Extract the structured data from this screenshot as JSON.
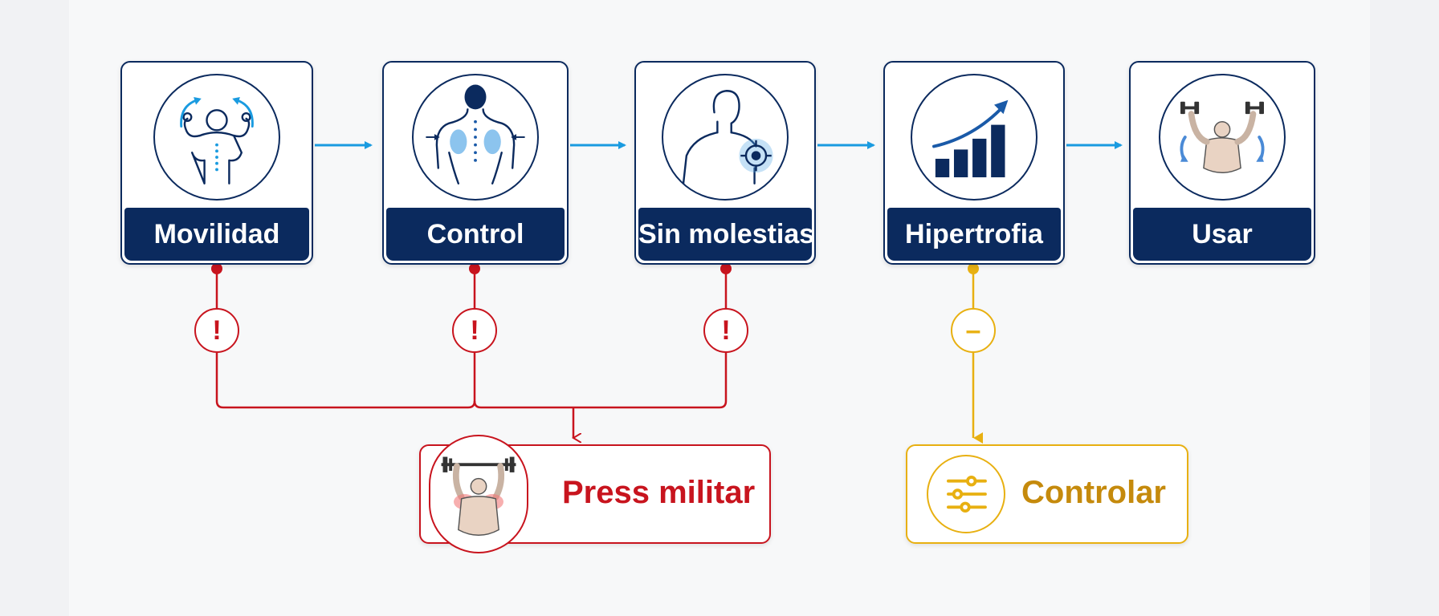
{
  "steps": [
    {
      "label": "Movilidad",
      "icon": "mobility-figure-icon"
    },
    {
      "label": "Control",
      "icon": "scapular-control-back-icon"
    },
    {
      "label": "Sin molestias",
      "icon": "shoulder-target-icon"
    },
    {
      "label": "Hipertrofia",
      "icon": "growth-bar-chart-icon"
    },
    {
      "label": "Usar",
      "icon": "dumbbell-overhead-press-icon"
    }
  ],
  "alerts": [
    {
      "symbol": "!",
      "status": "warning"
    },
    {
      "symbol": "!",
      "status": "warning"
    },
    {
      "symbol": "!",
      "status": "warning"
    },
    {
      "symbol": "–",
      "status": "caution"
    }
  ],
  "outcomes": {
    "red": {
      "label": "Press militar",
      "icon": "barbell-press-icon"
    },
    "amber": {
      "label": "Controlar",
      "icon": "sliders-icon"
    }
  },
  "colors": {
    "navy": "#0b2a5e",
    "flow_arrow": "#1a9be0",
    "warning": "#c8141e",
    "caution": "#e8b011",
    "caution_text": "#c58a0c"
  }
}
